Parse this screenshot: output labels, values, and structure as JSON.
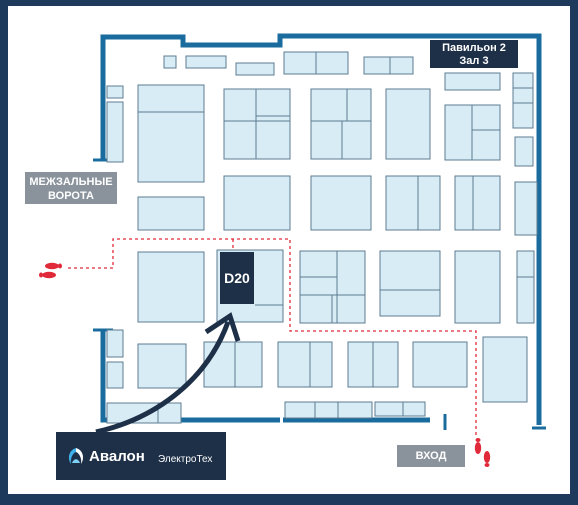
{
  "hall": {
    "pavilion": "Павильон 2",
    "room": "Зал 3"
  },
  "gate": {
    "line1": "МЕЖЗАЛЬНЫЕ",
    "line2": "ВОРОТА"
  },
  "entrance": {
    "label": "ВХОД"
  },
  "booth": {
    "number": "D20"
  },
  "sponsor": {
    "name": "Авалон",
    "suffix": "ЭлектроТех"
  },
  "colors": {
    "wall": "#1a6b9e",
    "booth_fill": "#d8ecf6",
    "booth_stroke": "#5c7b90",
    "highlight": "#1e3048",
    "route": "#e02a3a",
    "label_grey": "#8a939c"
  },
  "icons": {
    "footprints": "footprints-icon",
    "arrow": "curved-arrow-icon",
    "logo": "avalon-logo-icon"
  }
}
